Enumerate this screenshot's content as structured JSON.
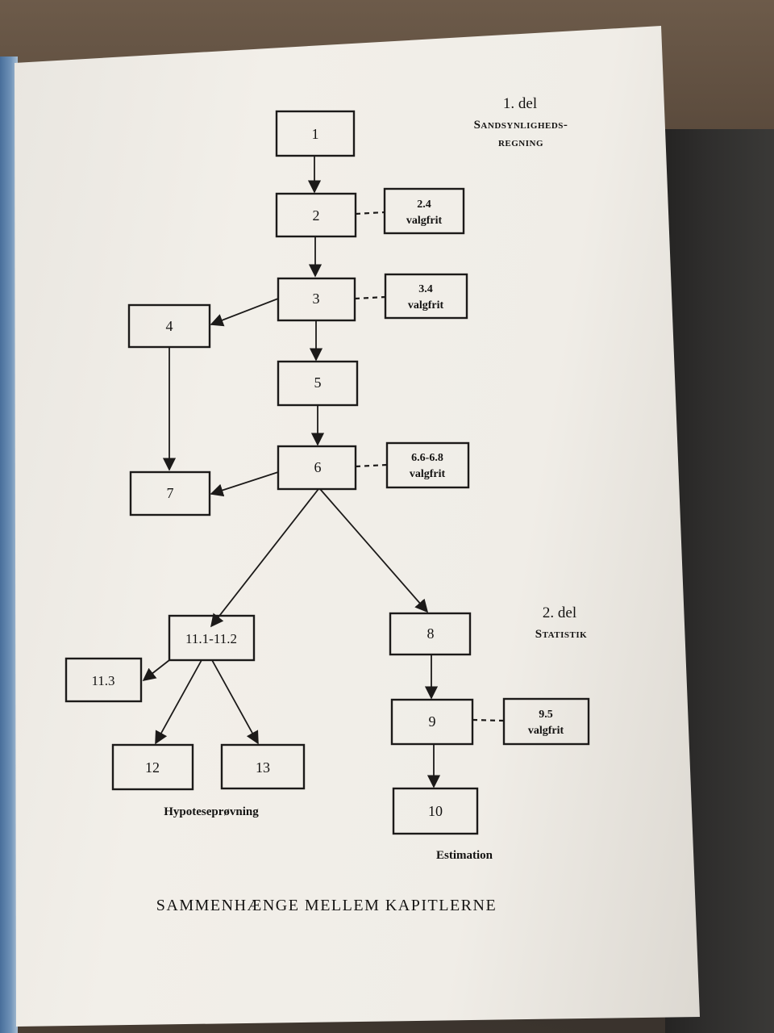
{
  "header_part1": {
    "title": "1. del",
    "line1": "Sandsynligheds-",
    "line2": "regning"
  },
  "header_part2": {
    "title": "2. del",
    "line1": "Statistik"
  },
  "nodes": {
    "n1": {
      "label": "1"
    },
    "n2": {
      "label": "2"
    },
    "n3": {
      "label": "3"
    },
    "n4": {
      "label": "4"
    },
    "n5": {
      "label": "5"
    },
    "n6": {
      "label": "6"
    },
    "n7": {
      "label": "7"
    },
    "n8": {
      "label": "8"
    },
    "n9": {
      "label": "9"
    },
    "n10": {
      "label": "10"
    },
    "n111": {
      "label": "11.1-11.2"
    },
    "n113": {
      "label": "11.3"
    },
    "n12": {
      "label": "12"
    },
    "n13": {
      "label": "13"
    },
    "o24": {
      "label": "2.4",
      "note": "valgfrit"
    },
    "o34": {
      "label": "3.4",
      "note": "valgfrit"
    },
    "o66": {
      "label": "6.6-6.8",
      "note": "valgfrit"
    },
    "o95": {
      "label": "9.5",
      "note": "valgfrit"
    }
  },
  "group_labels": {
    "hypothesis": "Hypoteseprøvning",
    "estimation": "Estimation"
  },
  "caption": "SAMMENHÆNGE MELLEM KAPITLERNE"
}
